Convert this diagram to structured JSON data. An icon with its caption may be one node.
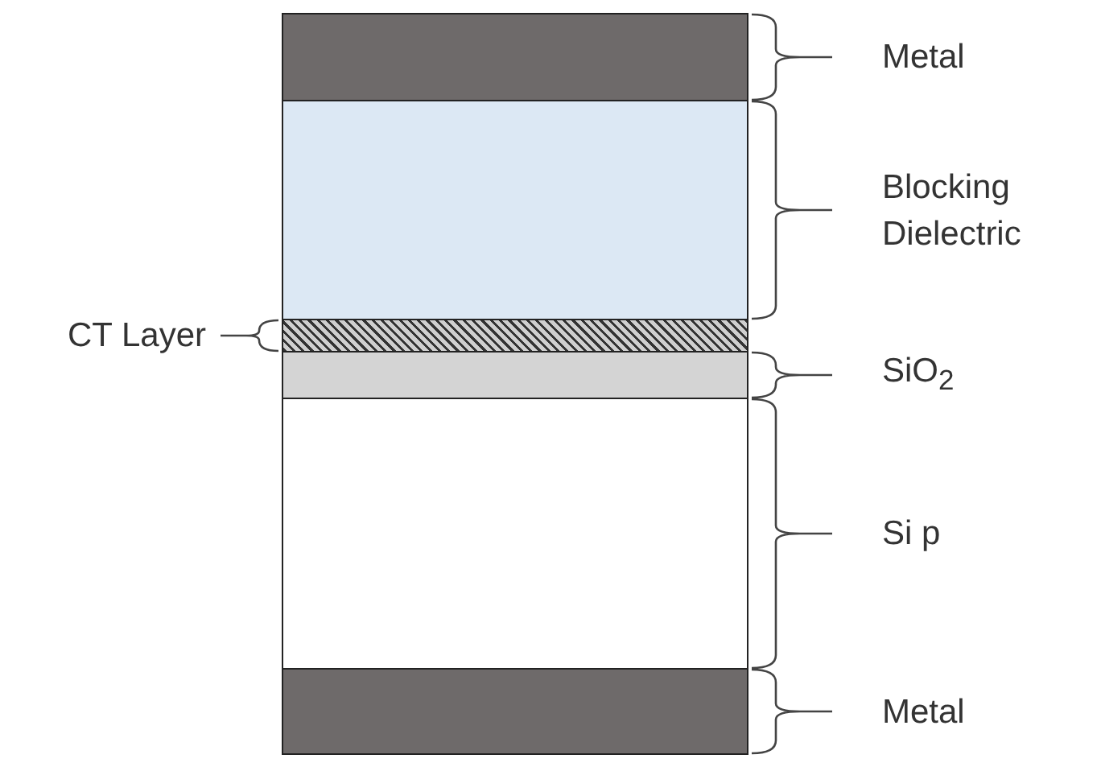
{
  "diagram": {
    "nodes": [
      {
        "text": [],
        "shape": "box"
      },
      {
        "text": [],
        "shape": "box"
      },
      {
        "text": [],
        "shape": "box"
      },
      {
        "text": [],
        "shape": "box"
      },
      {
        "text": [],
        "shape": "box"
      },
      {
        "text": [],
        "shape": "box"
      }
    ],
    "edges": [],
    "labels": [
      "Metal",
      "Blocking Dielectric",
      "CT Layer",
      "SiO$_{2}$",
      "Si p",
      "Metal"
    ]
  }
}
